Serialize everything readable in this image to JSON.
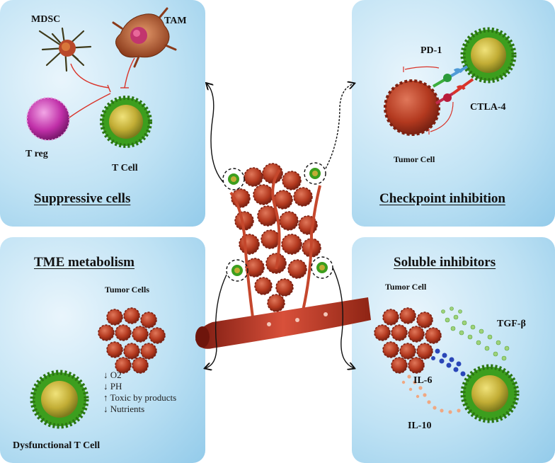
{
  "panels": {
    "suppressive": {
      "title": "Suppressive cells",
      "labels": {
        "mdsc": "MDSC",
        "tam": "TAM",
        "treg": "T reg",
        "tcell": "T Cell"
      }
    },
    "checkpoint": {
      "title": "Checkpoint inhibition",
      "labels": {
        "pd1": "PD-1",
        "ctla4": "CTLA-4",
        "tumor": "Tumor Cell"
      }
    },
    "metabolism": {
      "title": "TME metabolism",
      "labels": {
        "tumor": "Tumor Cells",
        "dysfunctional": "Dysfunctional T Cell"
      },
      "changes": [
        "↓ O2",
        "↓ PH",
        "↑ Toxic by products",
        "↓ Nutrients"
      ]
    },
    "soluble": {
      "title": "Soluble inhibitors",
      "labels": {
        "tumor": "Tumor Cell",
        "tgfb": "TGF-β",
        "il6": "IL-6",
        "il10": "IL-10"
      }
    }
  },
  "colors": {
    "tcell_green": "#3c9e1e",
    "tcell_core": "#c9b43a",
    "tumor_red": "#b33a22",
    "treg_pink": "#c02fa8",
    "inhibit_red": "#d9342a"
  }
}
